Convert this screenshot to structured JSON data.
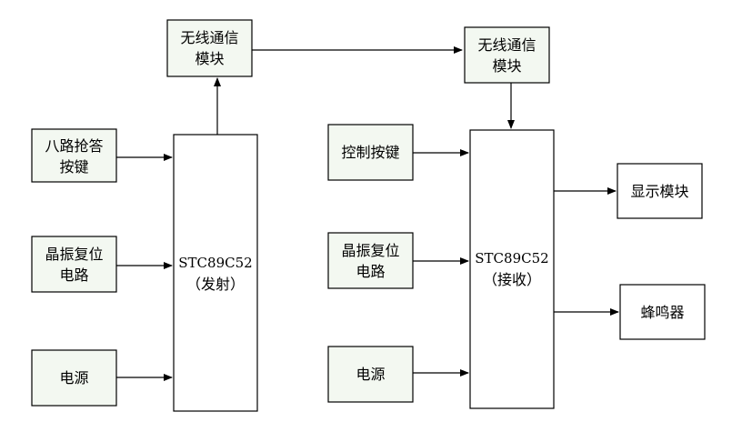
{
  "diagram": {
    "colors": {
      "stroke": "#000000",
      "module_fill": "#f3f8f1",
      "box_fill": "#ffffff"
    },
    "transmitter": {
      "wireless_module": [
        "无线通信",
        "模块"
      ],
      "keys": [
        "八路抢答",
        "按键"
      ],
      "reset": [
        "晶振复位",
        "电路"
      ],
      "power": [
        "电源"
      ],
      "mcu": [
        "STC89C52",
        "（发射）"
      ]
    },
    "receiver": {
      "wireless_module": [
        "无线通信",
        "模块"
      ],
      "keys": [
        "控制按键"
      ],
      "reset": [
        "晶振复位",
        "电路"
      ],
      "power": [
        "电源"
      ],
      "mcu": [
        "STC89C52",
        "（接收）"
      ],
      "display": [
        "显示模块"
      ],
      "buzzer": [
        "蜂鸣器"
      ]
    }
  }
}
